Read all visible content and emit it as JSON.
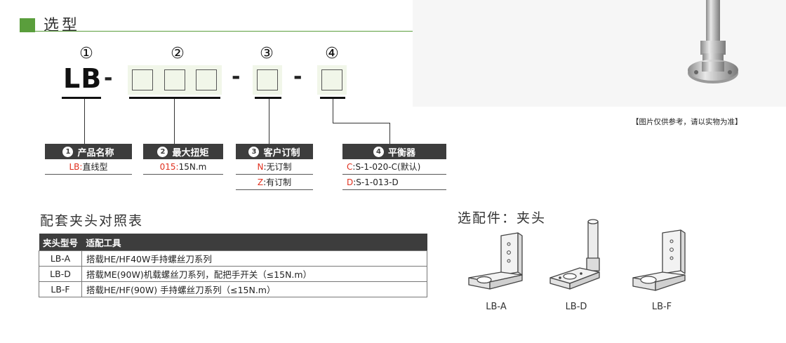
{
  "header": {
    "title": "选型"
  },
  "photo": {
    "note": "【图片仅供参考，请以实物为准】"
  },
  "code": {
    "prefix": "LB",
    "dash": "-",
    "markers": [
      "①",
      "②",
      "③",
      "④"
    ]
  },
  "boxes": [
    {
      "num": "1",
      "title": "产品名称",
      "rows": [
        {
          "code": "LB",
          "sep": ": ",
          "text": "直线型"
        }
      ]
    },
    {
      "num": "2",
      "title": "最大扭矩",
      "rows": [
        {
          "code": "015",
          "sep": ": ",
          "text": "15N.m"
        }
      ]
    },
    {
      "num": "3",
      "title": "客户订制",
      "rows": [
        {
          "code": "N",
          "sep": ": ",
          "text": "无订制"
        },
        {
          "code": "Z",
          "sep": ": ",
          "text": "有订制"
        }
      ]
    },
    {
      "num": "4",
      "title": "平衡器",
      "rows": [
        {
          "code": "C",
          "sep": ":",
          "text": "S-1-020-C(默认)"
        },
        {
          "code": "D",
          "sep": ":",
          "text": "S-1-013-D"
        }
      ]
    }
  ],
  "table": {
    "title": "配套夹头对照表",
    "headers": [
      "夹头型号",
      "适配工具"
    ],
    "rows": [
      [
        "LB-A",
        "搭载HE/HF40W手持螺丝刀系列"
      ],
      [
        "LB-D",
        "搭载ME(90W)机载螺丝刀系列，配把手开关（≤15N.m）"
      ],
      [
        "LB-F",
        "搭载HE/HF(90W) 手持螺丝刀系列（≤15N.m）"
      ]
    ]
  },
  "accessory": {
    "title": "选配件：夹头",
    "items": [
      {
        "label": "LB-A",
        "icon": "bracket-a-icon"
      },
      {
        "label": "LB-D",
        "icon": "clamp-d-icon"
      },
      {
        "label": "LB-F",
        "icon": "bracket-f-icon"
      }
    ]
  },
  "colors": {
    "accent": "#5a9e3c",
    "dark": "#3d3d3d",
    "code_red": "#e0301e",
    "slot_fill": "#f1f6e9"
  }
}
